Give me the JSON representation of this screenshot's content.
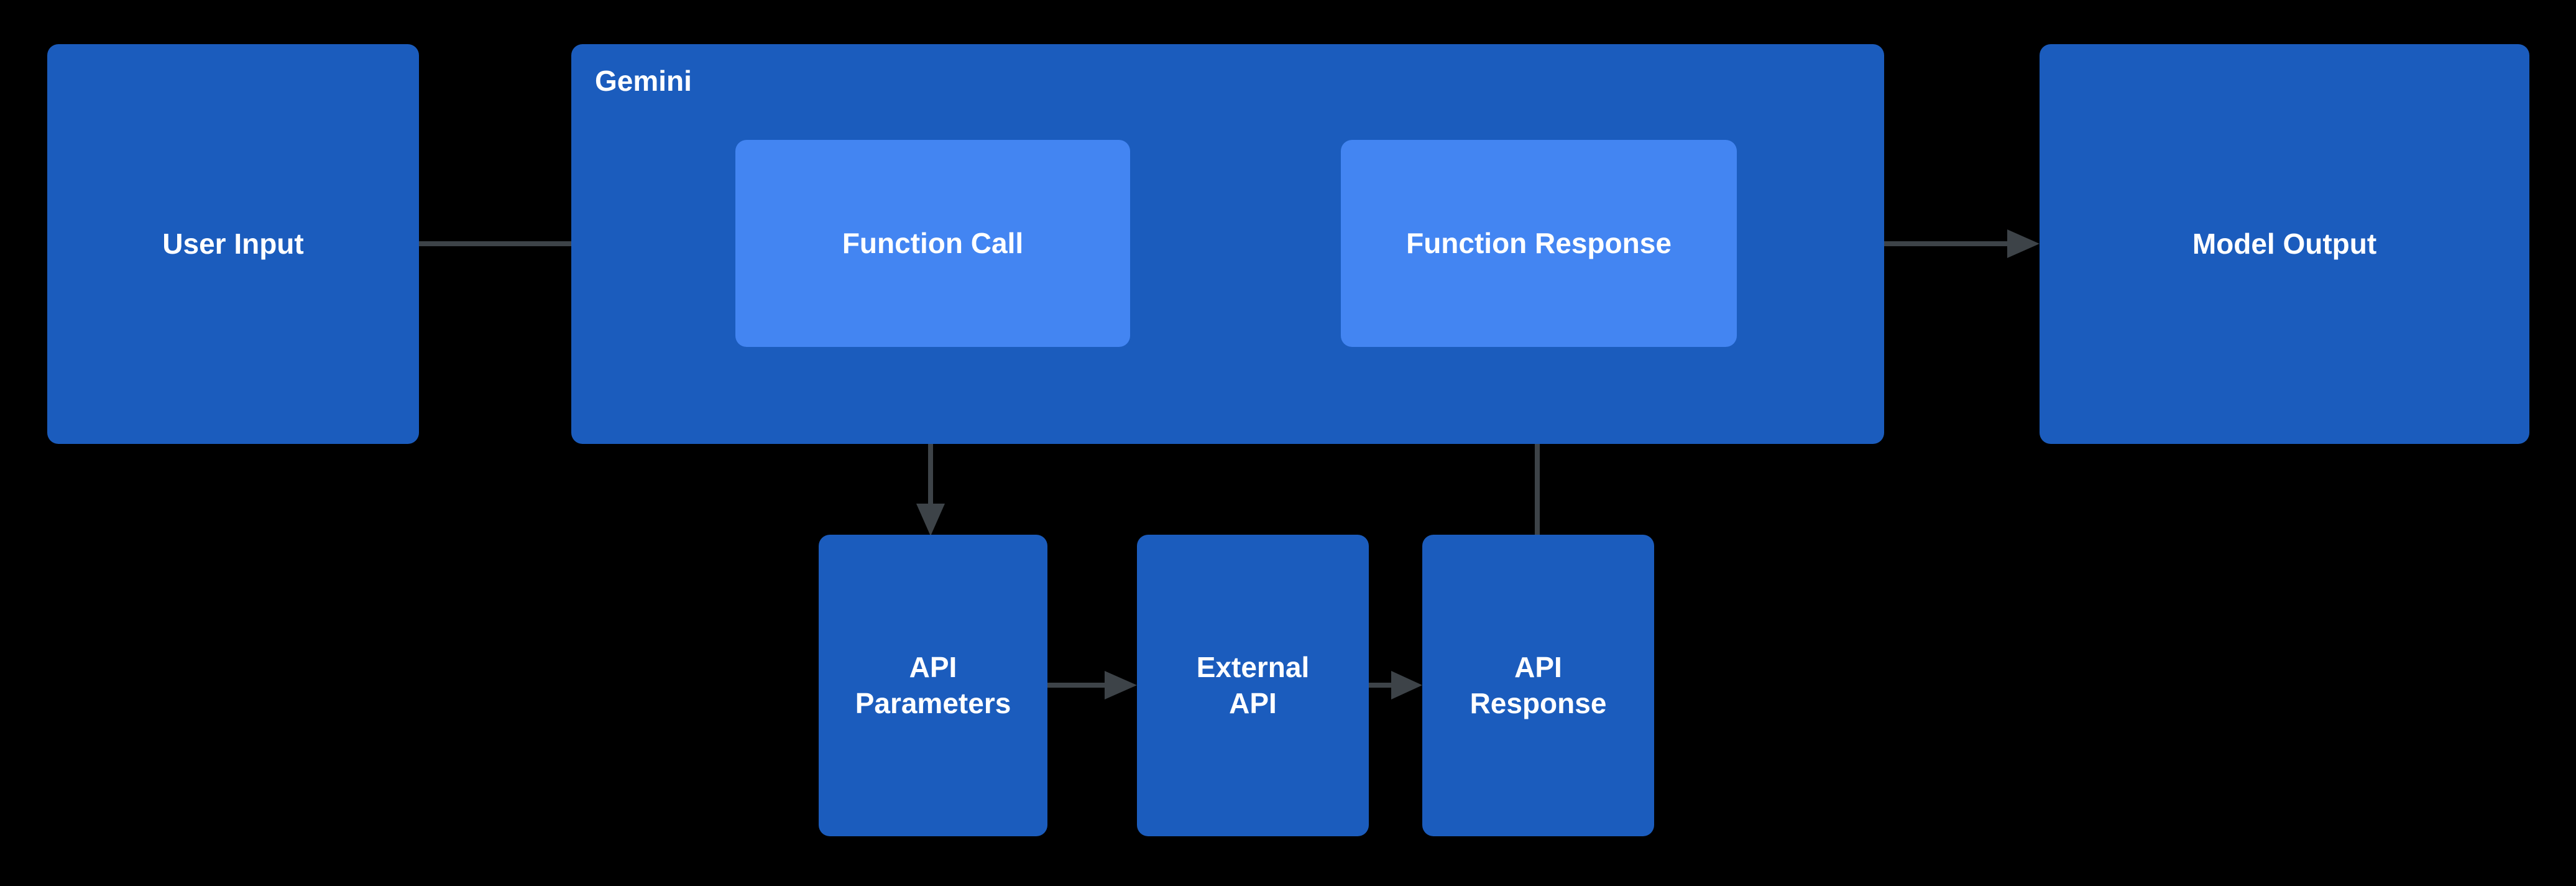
{
  "diagram": {
    "type": "flowchart",
    "background": "#000000",
    "colors": {
      "primary_box": "#1b5cbd",
      "inner_box": "#4385f2",
      "arrow": "#3d4348",
      "label_text": "#ffffff"
    },
    "container": {
      "label": "Gemini"
    },
    "nodes": {
      "user_input": {
        "label": "User Input"
      },
      "function_call": {
        "label": "Function Call"
      },
      "function_response": {
        "label": "Function Response"
      },
      "model_output": {
        "label": "Model Output"
      },
      "api_parameters": {
        "label": "API\nParameters"
      },
      "external_api": {
        "label": "External\nAPI"
      },
      "api_response": {
        "label": "API\nResponse"
      }
    },
    "connections": [
      {
        "from": "User Input",
        "to": "Function Call"
      },
      {
        "from": "Gemini",
        "to": "Model Output"
      },
      {
        "from": "Function Call",
        "to": "API Parameters"
      },
      {
        "from": "API Parameters",
        "to": "External API"
      },
      {
        "from": "External API",
        "to": "API Response"
      },
      {
        "from": "API Response",
        "to": "Function Response"
      }
    ]
  }
}
